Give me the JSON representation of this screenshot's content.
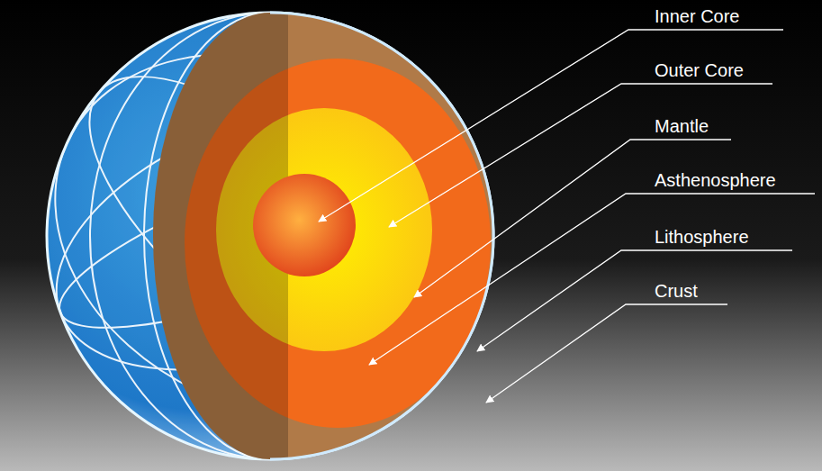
{
  "diagram": {
    "labels": [
      "Inner Core",
      "Outer Core",
      "Mantle",
      "Asthenosphere",
      "Lithosphere",
      "Crust"
    ]
  }
}
